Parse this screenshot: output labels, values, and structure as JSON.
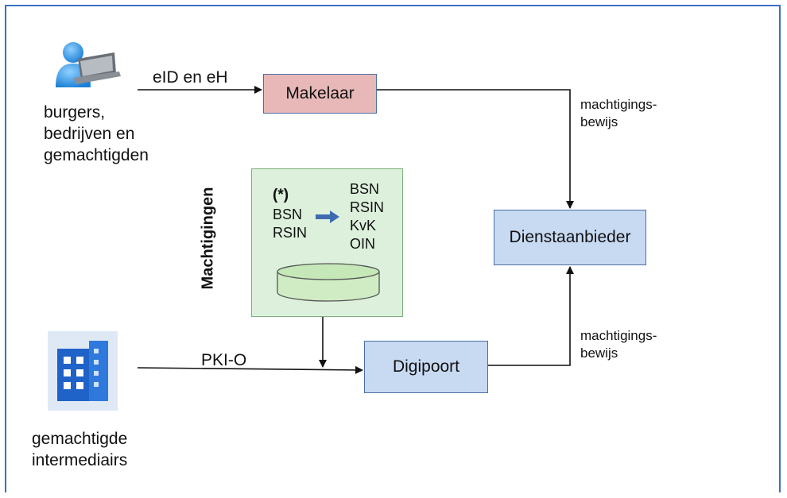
{
  "actors": {
    "citizens": [
      "burgers,",
      "bedrijven en",
      "gemachtigden"
    ],
    "intermediaries": [
      "gemachtigde",
      "intermediairs"
    ]
  },
  "nodes": {
    "makelaar": "Makelaar",
    "dienstaanbieder": "Dienstaanbieder",
    "digipoort": "Digipoort"
  },
  "edges": {
    "eid": "eID en eH",
    "pkio": "PKI-O",
    "proof_top": [
      "machtigings-",
      "bewijs"
    ],
    "proof_bottom": [
      "machtigings-",
      "bewijs"
    ]
  },
  "machtigingen": {
    "title": "Machtigingen",
    "note": "(*)",
    "inputs": [
      "BSN",
      "RSIN"
    ],
    "outputs": [
      "BSN",
      "RSIN",
      "KvK",
      "OIN"
    ]
  },
  "icons": {
    "person": "person-laptop-icon",
    "building": "office-building-icon",
    "database": "database-cylinder-icon",
    "arrow": "right-arrow-icon"
  },
  "colors": {
    "frame": "#3b6fc4",
    "makelaar_fill": "#e8b8b8",
    "service_fill": "#c8d9f2",
    "repo_fill": "#dcf0dc"
  }
}
